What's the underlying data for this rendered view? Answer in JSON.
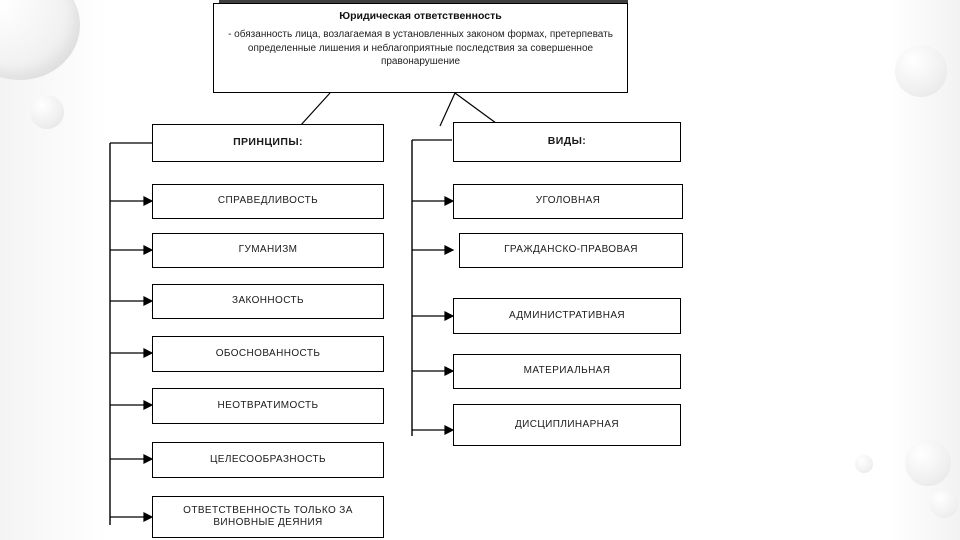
{
  "diagram": {
    "title": "Юридическая ответственность",
    "definition": "- обязанность лица, возлагаемая в установленных законом формах, претерпевать определенные лишения и неблагоприятные последствия за совершенное правонарушение",
    "columns": [
      {
        "heading": "ПРИНЦИПЫ:",
        "items": [
          "СПРАВЕДЛИВОСТЬ",
          "ГУМАНИЗМ",
          "ЗАКОННОСТЬ",
          "ОБОСНОВАННОСТЬ",
          "НЕОТВРАТИМОСТЬ",
          "ЦЕЛЕСООБРАЗНОСТЬ",
          "ОТВЕТСТВЕННОСТЬ ТОЛЬКО ЗА ВИНОВНЫЕ ДЕЯНИЯ"
        ]
      },
      {
        "heading": "ВИДЫ:",
        "items": [
          "УГОЛОВНАЯ",
          "ГРАЖДАНСКО-ПРАВОВАЯ",
          "АДМИНИСТРАТИВНАЯ",
          "МАТЕРИАЛЬНАЯ",
          "ДИСЦИПЛИНАРНАЯ"
        ]
      }
    ],
    "colors": {
      "stroke": "#000000",
      "box_fill": "#ffffff",
      "header_band": "#585858",
      "page_bg": "#ffffff"
    }
  }
}
